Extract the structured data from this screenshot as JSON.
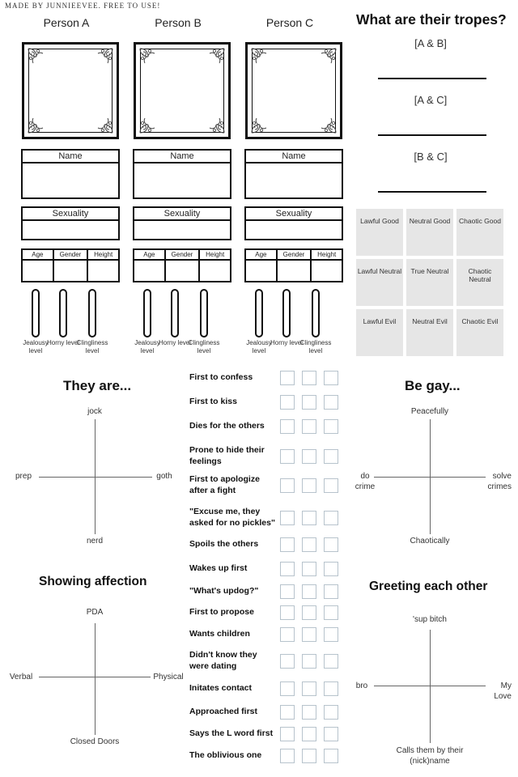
{
  "credit": "MADE BY JUNNIEEVEE. FREE TO USE!",
  "persons": [
    {
      "name": "Person A"
    },
    {
      "name": "Person B"
    },
    {
      "name": "Person C"
    }
  ],
  "card_labels": {
    "name": "Name",
    "sexuality": "Sexuality",
    "age": "Age",
    "gender": "Gender",
    "height": "Height"
  },
  "meters": [
    "Jealousy level",
    "Horny level",
    "Clingliness level"
  ],
  "tropes": {
    "title": "What are their tropes?",
    "pairs": [
      "[A & B]",
      "[A & C]",
      "[B & C]"
    ]
  },
  "alignment": [
    "Lawful Good",
    "Neutral Good",
    "Chaotic Good",
    "Lawful Neutral",
    "True Neutral",
    "Chaotic Neutral",
    "Lawful Evil",
    "Neutral Evil",
    "Chaotic Evil"
  ],
  "they_are": {
    "title": "They are...",
    "top": "jock",
    "bottom": "nerd",
    "left": "prep",
    "right": "goth"
  },
  "be_gay": {
    "title": "Be gay...",
    "top": "Peacefully",
    "bottom": "Chaotically",
    "left": "do crime",
    "right": "solve crimes"
  },
  "showing_affection": {
    "title": "Showing affection",
    "top": "PDA",
    "bottom": "Closed Doors",
    "left": "Verbal",
    "right": "Physical"
  },
  "greeting": {
    "title": "Greeting each other",
    "top": "'sup bitch",
    "bottom": "Calls them by their (nick)name",
    "left": "bro",
    "right": "My Love"
  },
  "checklist": [
    "First to confess",
    "First to kiss",
    "Dies for the others",
    "Prone to hide their feelings",
    "First to apologize after a fight",
    "\"Excuse me, they asked for no pickles\"",
    "Spoils the others",
    "Wakes up first",
    "\"What's updog?\"",
    "First to propose",
    "Wants children",
    "Didn't know they were dating",
    "Initates contact",
    "Approached first",
    "Says the L word first",
    "The oblivious one"
  ]
}
